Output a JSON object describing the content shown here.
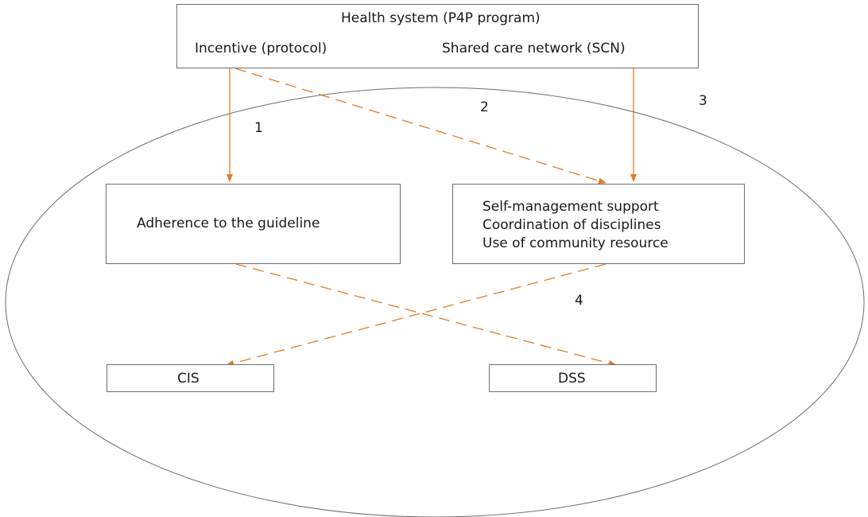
{
  "header": {
    "title": "Health system (P4P program)",
    "incentive": "Incentive (protocol)",
    "scn": "Shared care network (SCN)"
  },
  "boxes": {
    "adherence": "Adherence to the guideline",
    "support": [
      "Self-management support",
      "Coordination of disciplines",
      "Use of community resource"
    ],
    "cis": "CIS",
    "dss": "DSS"
  },
  "paths": [
    "1",
    "2",
    "3",
    "4"
  ],
  "colors": {
    "arrow": "#e07b2a",
    "border": "#6e6e6e",
    "text": "#1a1a1a"
  }
}
